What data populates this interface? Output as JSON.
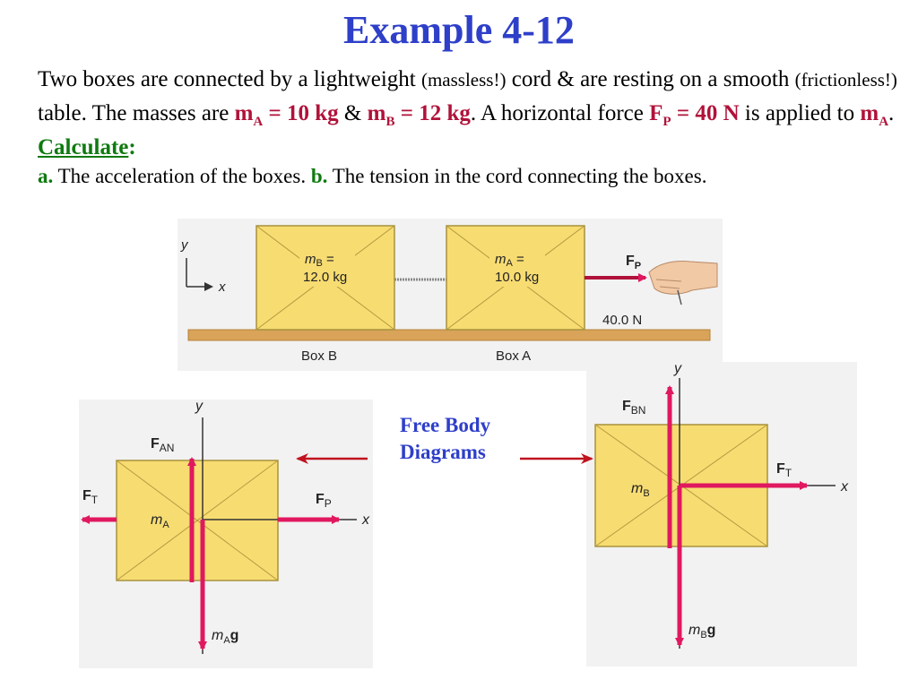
{
  "title": "Example 4-12",
  "problem": {
    "t1": "Two boxes are connected by a lightweight ",
    "t2": "(massless!)",
    "t3": " cord & are resting on a smooth ",
    "t4": "(frictionless!)",
    "t5": " table. The masses are ",
    "mA_m": "m",
    "mA_sub": "A",
    "mA_val": " = 10 kg",
    "amp": " & ",
    "mB_m": "m",
    "mB_sub": "B",
    "mB_val": " = 12 kg",
    "t6": ". A horizontal force ",
    "FP_F": "F",
    "FP_sub": "P",
    "FP_val": " = 40 N",
    "t7": " is applied to ",
    "mA2_m": "m",
    "mA2_sub": "A",
    "t8": ". ",
    "calc": "Calculate",
    "colon": ":"
  },
  "parts": {
    "a_label": "a.",
    "a_text": " The acceleration of the boxes. ",
    "b_label": "b.",
    "b_text": " The tension in the cord connecting the boxes."
  },
  "setup": {
    "box_b_mass": "m",
    "box_b_sub": "B",
    "box_b_eq": " =",
    "box_b_value": "12.0 kg",
    "box_a_mass": "m",
    "box_a_sub": "A",
    "box_a_eq": " =",
    "box_a_value": "10.0 kg",
    "force_F": "F",
    "force_sub": "P",
    "force_value": "40.0 N",
    "box_b_caption": "Box B",
    "box_a_caption": "Box A",
    "axis_y": "y",
    "axis_x": "x"
  },
  "fbd_label": {
    "line1": "Free Body",
    "line2": "Diagrams"
  },
  "fbd_a": {
    "y": "y",
    "x": "x",
    "FAN_F": "F",
    "FAN_sub": "AN",
    "FT_F": "F",
    "FT_sub": "T",
    "FP_F": "F",
    "FP_sub": "P",
    "m": "m",
    "m_sub": "A",
    "weight_m": "m",
    "weight_sub": "A",
    "weight_g": "g"
  },
  "fbd_b": {
    "y": "y",
    "x": "x",
    "FBN_F": "F",
    "FBN_sub": "BN",
    "FT_F": "F",
    "FT_sub": "T",
    "m": "m",
    "m_sub": "B",
    "weight_m": "m",
    "weight_sub": "B",
    "weight_g": "g"
  },
  "colors": {
    "title": "#2e3fc9",
    "emphasis": "#b0123a",
    "green": "#0f7a10",
    "box_fill": "#f7dc72",
    "force_arrow": "#e0185f",
    "table": "#d9a35a",
    "arrow_red": "#c0121f"
  }
}
